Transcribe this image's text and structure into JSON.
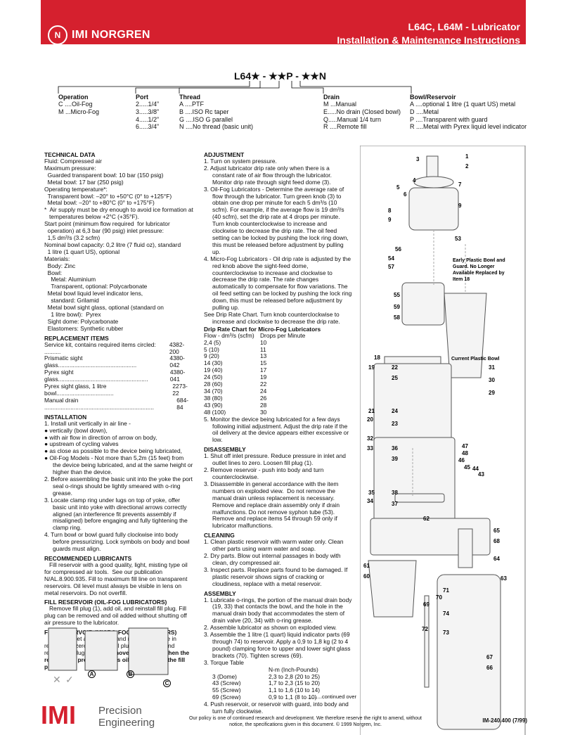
{
  "header": {
    "brand": "IMI NORGREN",
    "title": "L64C, L64M - Lubricator",
    "subtitle": "Installation & Maintenance Instructions"
  },
  "model_code": "L64★ - ★★P - ★★N",
  "options": {
    "operation": {
      "title": "Operation",
      "items": [
        "C ....Oil-Fog",
        "M ...Micro-Fog"
      ]
    },
    "port": {
      "title": "Port",
      "items": [
        "2.....1/4”",
        "3.....3/8”",
        "4.....1/2”",
        "6.....3/4”"
      ]
    },
    "thread": {
      "title": "Thread",
      "items": [
        "A ....PTF",
        "B ....ISO Rc taper",
        "G ....ISO G parallel",
        "N ....No thread (basic unit)"
      ]
    },
    "drain": {
      "title": "Drain",
      "items": [
        "M ...Manual",
        "E.....No drain (Closed bowl)",
        "Q.....Manual 1/4 turn",
        "R ....Remote fill"
      ]
    },
    "bowl": {
      "title": "Bowl/Reservoir",
      "items": [
        "A ....optional 1 litre (1 quart US) metal",
        "D ....Metal",
        "P ....Transparent with guard",
        "R ....Metal with Pyrex liquid level indicator"
      ]
    }
  },
  "left": {
    "tech_title": "TECHNICAL DATA",
    "tech_lines": [
      "Fluid: Compressed air",
      "Maximum pressure:",
      "  Guarded transparent bowl: 10 bar (150 psig)",
      "  Metal bowl: 17 bar (250 psig)",
      "Operating temperature*:",
      "  Transparent bowl: –20° to +50°C (0° to +125°F)",
      "  Metal bowl: –20° to +80°C (0° to +175°F)",
      "*  Air supply must be dry enough to avoid ice formation at",
      "   temperatures below +2°C (+35°F).",
      "Start point (minimum flow required  for lubricator",
      "  operation) at 6,3 bar (90 psig) inlet pressure:",
      "  1,5 dm³/s (3.2 scfm)",
      "Nominal bowl capacity: 0,2 litre (7 fluid oz), standard",
      "  1 litre (1 quart US), optional",
      "Materials:",
      "  Body: Zinc",
      "  Bowl:",
      "    Metal: Aluminium",
      "    Transparent, optional: Polycarbonate",
      "  Metal bowl liquid level indicator lens,",
      "    standard: Grilamid",
      "  Metal bowl sight glass, optional (standard on",
      "    1 litre bowl):  Pyrex",
      "  Sight dome: Polycarbonate",
      "  Elastomers: Synthetic rubber"
    ],
    "spares_title": "REPLACEMENT ITEMS",
    "spares": [
      [
        "Service kit, contains required items circled: ..........",
        "4382-200"
      ],
      [
        "Prismatic sight glass................................................",
        "4380-042"
      ],
      [
        "Pyrex sight glass.......................................................",
        "4380-041"
      ],
      [
        "Pyrex sight glass, 1 litre bowl...................................",
        "2273-22"
      ],
      [
        "Manual drain ...................................................................",
        "684-84"
      ]
    ],
    "install_title": "INSTALLATION",
    "install_lines": [
      "1. Install unit vertically in air line -",
      "● vertically (bowl down),",
      "● with air flow in direction of arrow on body,",
      "● upstream of cycling valves",
      "● as close as possible to the device being lubricated,",
      "● Oil-Fog Models - Not more than 5,2m (15 feet) from the device being lubricated, and at the same height or higher than the device.",
      "2. Before assembling the basic unit into the yoke the port seal o-rings should be lightly smeared with o-ring grease.",
      "3. Locate clamp ring under lugs on top of yoke, offer basic unit into yoke with directional arrows correctly aligned (an interference fit prevents assembly if misaligned) before engaging and fully tightening the clamp ring.",
      "4. Turn bowl or bowl guard fully clockwise into body before pressurizing. Lock symbols on body and bowl guards must align."
    ],
    "lub_title": "RECOMMENDED LUBRICANTS",
    "lub_text": "   Fill reservoir with a good quality, light, misting type oil for compressed air tools.  See our publication N/AL.8.900.935. Fill to maximum fill line on transparent reservoirs. Oil level must always be visible in lens on metal reservoirs. Do not overfill.",
    "fill1_title": "FILL RESERVOIR (OIL-FOG LUBRICATORS)",
    "fill1_text": "   Remove fill plug (1), add oil, and reinstall fill plug. Fill plug can be removed and oil added without shutting off air pressure to the lubricator.",
    "fill2_title": "FILL RESERVOIR (MICRO-FOG LUBRICATORS)",
    "fill2_text": "   Shut off inlet air pressure and reduce pressure in reservoir to zero. Remove fill plug (1), add oil, and reinstall fill plug.",
    "fill2_bold": "Do not remove the fill plug when the reservoir is pressurized, as oil will blow out the fill plug hole."
  },
  "mid": {
    "adj_title": "ADJUSTMENT",
    "adj_lines": [
      "1. Turn on system pressure.",
      "2. Adjust lubricator drip rate only when there is a constant rate of air flow through the lubricator. Monitor drip rate through sight feed dome (3).",
      "3. Oil-Fog Lubricators - Determine the average rate of flow through the lubricator. Turn green knob (3) to obtain one drop per minute for each 5 dm³/s (10 scfm). For example, if the average flow is 19 dm³/s (40 scfm), set the drip rate at 4 drops per minute. Turn knob counterclockwise to increase and clockwise to decrease the drip rate. The oil feed setting can be locked by pushing the lock ring down, this must be released before adjustment by pulling up.",
      "4. Micro-Fog Lubricators - Oil drip rate is adjusted by the red knob above the sight-feed dome, counterclockwise to increase and clockwise to decrease the drip rate. The rate changes automatically to compensate for flow variations. The oil feed setting can be locked by pushing the lock ring down, this must be released before adjustment by pulling up.",
      "See Drip Rate Chart. Turn knob counterclockwise to increase and clockwise to decrease the drip rate."
    ],
    "drip_title": "Drip Rate Chart for Micro-Fog Lubricators",
    "drip_head": [
      "Flow - dm³/s (scfm)",
      "Drops per Minute"
    ],
    "drip_rows": [
      [
        "2,4 (5)",
        "10"
      ],
      [
        "5 (10)",
        "11"
      ],
      [
        "9 (20)",
        "13"
      ],
      [
        "14 (30)",
        "15"
      ],
      [
        "19 (40)",
        "17"
      ],
      [
        "24 (50)",
        "19"
      ],
      [
        "28 (60)",
        "22"
      ],
      [
        "34 (70)",
        "24"
      ],
      [
        "38 (80)",
        "26"
      ],
      [
        "43 (90)",
        "28"
      ],
      [
        "48 (100)",
        "30"
      ]
    ],
    "adj5": "5. Monitor the device being lubricated for a few days following initial adjustment. Adjust the drip rate if the oil delivery at the device appears either excessive or low.",
    "dis_title": "DISASSEMBLY",
    "dis_lines": [
      "1. Shut off inlet pressure. Reduce pressure in inlet and outlet lines to zero. Loosen fill plug (1).",
      "2. Remove reservoir - push into body and turn counterclockwise.",
      "3. Disassemble in general accordance with the item numbers on exploded view.  Do not remove the manual drain unless replacement is necessary. Remove and replace drain assembly only if drain malfunctions. Do not remove syphon tube (53). Remove and replace items 54 through 59 only if lubricator malfunctions."
    ],
    "clean_title": "CLEANING",
    "clean_lines": [
      "1. Clean plastic reservoir with warm water only. Clean other parts using warm water and soap.",
      "2. Dry parts. Blow out internal passages in body with clean, dry compressed air.",
      "3. Inspect parts. Replace parts found to be damaged. If plastic reservoir shows signs of cracking or cloudiness, replace with a metal reservoir."
    ],
    "asm_title": "ASSEMBLY",
    "asm_lines": [
      "1. Lubricate o-rings, the portion of the manual drain body (19, 33) that contacts the bowl, and the hole in the manual drain body that accommodates the stem of drain valve (20, 34) with o-ring grease.",
      "2. Assemble lubricator as shown on exploded view.",
      "3. Assemble the 1 litre (1 quart) liquid indicator parts (69 through 74) to reservoir. Apply a 0,9 to 1,8 kg (2 to 4 pound) clamping force to upper and lower sight glass brackets (70). Tighten screws (69).",
      "3. Torque Table"
    ],
    "torque_head": [
      "",
      "N-m (Inch-Pounds)"
    ],
    "torque_rows": [
      [
        "3 (Dome)",
        "2,3 to 2,8 (20 to 25)"
      ],
      [
        "43 (Screw)",
        "1,7 to 2,3 (15 to 20)"
      ],
      [
        "55 (Screw)",
        "1,1 to 1,6 (10 to 14)"
      ],
      [
        "69 (Screw)",
        "0,9 to 1,1 (8 to 10)"
      ]
    ],
    "asm4": "4. Push reservoir, or reservoir with guard, into body and turn fully clockwise."
  },
  "figure": {
    "early_note": "Early Plastic Bowl and Guard. No Longer Available Replaced by  Item 18",
    "current_note": "Current Plastic Bowl",
    "labels": [
      "3",
      "1",
      "2",
      "4",
      "5",
      "6",
      "7",
      "8",
      "9",
      "9",
      "53",
      "56",
      "54",
      "57",
      "55",
      "59",
      "58",
      "18",
      "19",
      "22",
      "25",
      "31",
      "30",
      "29",
      "21",
      "24",
      "20",
      "23",
      "32",
      "33",
      "36",
      "39",
      "47",
      "48",
      "46",
      "45",
      "44",
      "43",
      "35",
      "38",
      "34",
      "37",
      "62",
      "65",
      "68",
      "64",
      "61",
      "60",
      "63",
      "71",
      "70",
      "69",
      "74",
      "72",
      "73",
      "67",
      "66"
    ],
    "letters": [
      "A",
      "B",
      "C"
    ]
  },
  "footer": {
    "continued": "..........continued over",
    "brand": "IMI",
    "brand_sub1": "Precision",
    "brand_sub2": "Engineering",
    "note": "Our policy is one of continued research and development. We therefore reserve the right to amend, without notice, the specifications given in this document. © 1999 Norgren, Inc.",
    "doc_no": "IM-240.400 (7/99)"
  },
  "colors": {
    "accent": "#d5202e"
  }
}
